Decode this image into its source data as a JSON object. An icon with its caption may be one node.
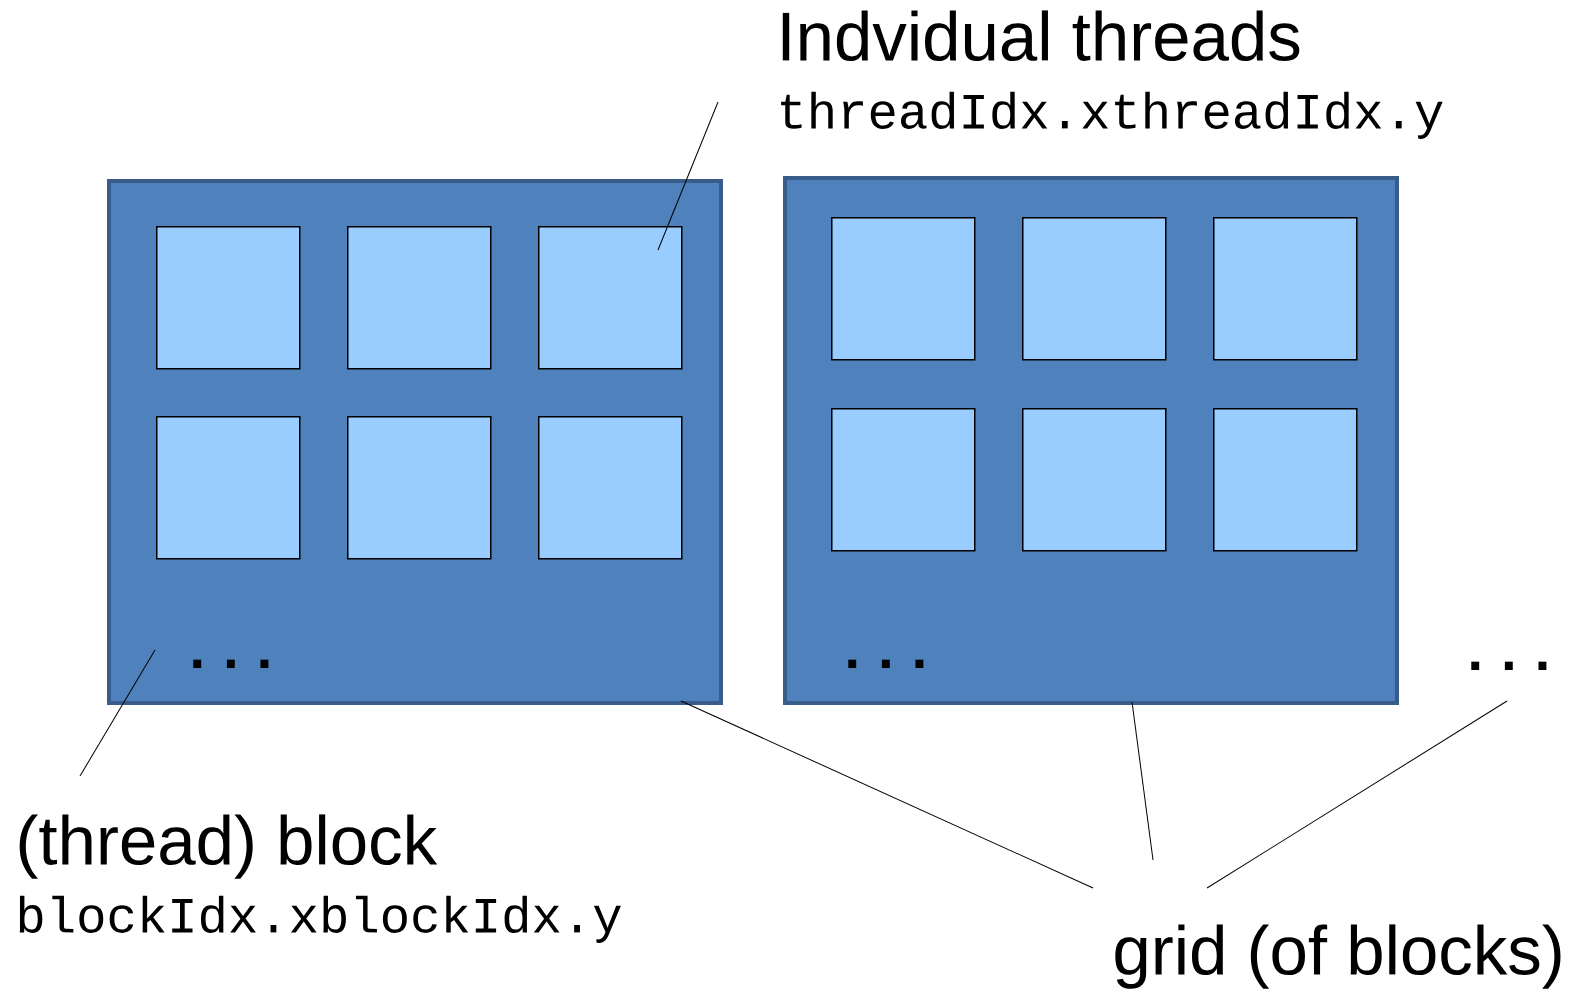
{
  "diagram": {
    "nodes": [
      {
        "text": [],
        "shape": "box"
      },
      {
        "text": [],
        "shape": "box",
        "in": 0
      },
      {
        "text": [],
        "shape": "box",
        "in": 0
      },
      {
        "text": [],
        "shape": "box",
        "in": 0
      },
      {
        "text": [],
        "shape": "box",
        "in": 0
      },
      {
        "text": [],
        "shape": "box",
        "in": 0
      },
      {
        "text": [],
        "shape": "box",
        "in": 0
      },
      {
        "text": [],
        "shape": "box"
      },
      {
        "text": [],
        "shape": "box",
        "in": 7
      },
      {
        "text": [],
        "shape": "box",
        "in": 7
      },
      {
        "text": [],
        "shape": "box",
        "in": 7
      },
      {
        "text": [],
        "shape": "box",
        "in": 7
      },
      {
        "text": [],
        "shape": "box",
        "in": 7
      },
      {
        "text": [],
        "shape": "box",
        "in": 7
      },
      {
        "text": [
          "Indvidual threads",
          "threadIdx.xthreadIdx.y"
        ]
      },
      {
        "text": [
          "(thread) block",
          "blockIdx.xblockIdx.y"
        ]
      },
      {
        "text": [
          "grid (of blocks)"
        ]
      },
      {
        "text": [
          "..."
        ]
      }
    ],
    "edges": [
      {
        "from": 14,
        "to": 3,
        "arrow": "none"
      },
      {
        "from": 15,
        "to": 0,
        "arrow": "none"
      },
      {
        "from": 16,
        "to": 0,
        "arrow": "none"
      },
      {
        "from": 16,
        "to": 7,
        "arrow": "none"
      },
      {
        "from": 16,
        "to": 17,
        "arrow": "none"
      }
    ],
    "labels": [
      "...",
      "..."
    ]
  }
}
